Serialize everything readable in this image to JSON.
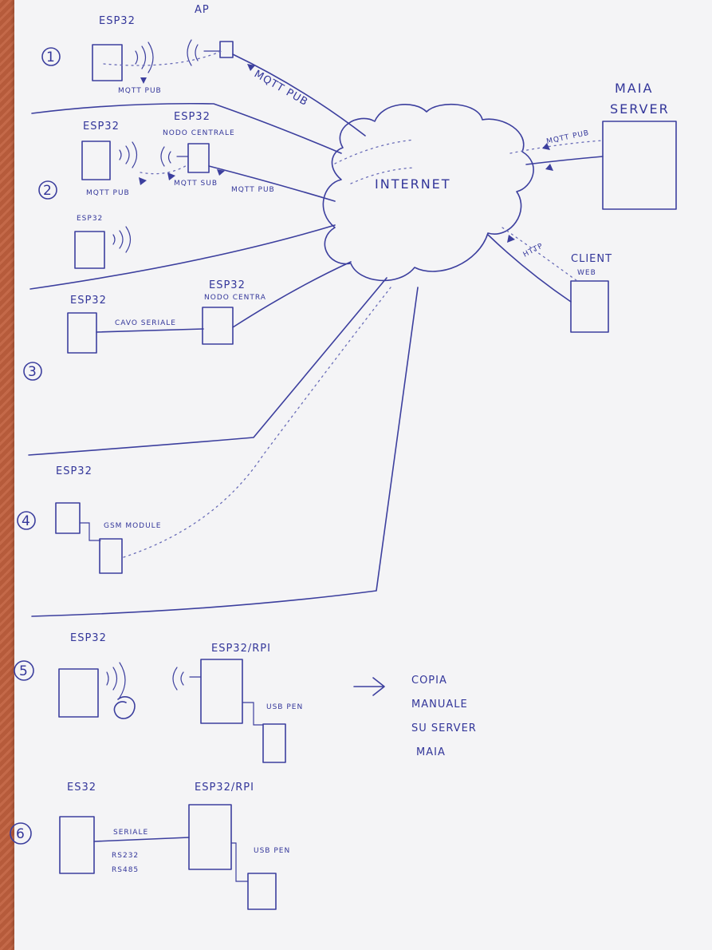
{
  "sections": {
    "s1": {
      "number": "1",
      "esp": "ESP32",
      "ap": "AP",
      "pub": "MQTT PUB",
      "link": "MQTT PUB"
    },
    "s2": {
      "number": "2",
      "esp": "ESP32",
      "node": "ESP32",
      "node_sub": "NODO CENTRALE",
      "pub": "MQTT PUB",
      "sub": "MQTT SUB",
      "link": "MQTT PUB",
      "esp_b": "ESP32"
    },
    "s3": {
      "number": "3",
      "esp": "ESP32",
      "node": "ESP32",
      "node_sub": "NODO CENTRA",
      "cable": "CAVO SERIALE"
    },
    "s4": {
      "number": "4",
      "esp": "ESP32",
      "gsm": "GSM MODULE"
    },
    "s5": {
      "number": "5",
      "esp": "ESP32",
      "rpi": "ESP32/RPI",
      "usb": "USB PEN",
      "note": [
        "COPIA",
        "MANUALE",
        "SU SERVER",
        "MAIA"
      ]
    },
    "s6": {
      "number": "6",
      "esp": "ES32",
      "rpi": "ESP32/RPI",
      "serial": "SERIALE",
      "rs232": "RS232",
      "rs485": "RS485",
      "usb": "USB PEN"
    }
  },
  "cloud": "INTERNET",
  "server": {
    "line1": "MAIA",
    "line2": "SERVER",
    "link": "MQTT PUB"
  },
  "client": {
    "line1": "CLIENT",
    "line2": "WEB",
    "link": "HTTP"
  }
}
